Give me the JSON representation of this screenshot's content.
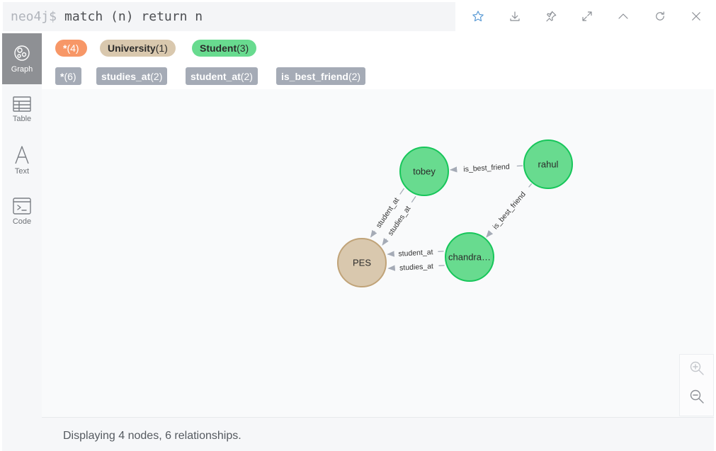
{
  "query_bar": {
    "prompt": "neo4j$",
    "query": "match (n) return n",
    "icons": [
      "star-icon",
      "download-icon",
      "pin-icon",
      "expand-icon",
      "collapse-icon",
      "rerun-icon",
      "close-icon"
    ]
  },
  "sidebar": {
    "items": [
      {
        "label": "Graph",
        "icon": "graph-icon",
        "active": true
      },
      {
        "label": "Table",
        "icon": "table-icon"
      },
      {
        "label": "Text",
        "icon": "text-icon"
      },
      {
        "label": "Code",
        "icon": "code-icon"
      }
    ]
  },
  "legend": {
    "labels": [
      {
        "name": "*",
        "count": "(4)",
        "color": "#f79767"
      },
      {
        "name": "University",
        "count": "(1)",
        "color": "#d9c8ae"
      },
      {
        "name": "Student",
        "count": "(3)",
        "color": "#68db8f"
      }
    ],
    "relationships": [
      {
        "name": "*",
        "count": "(6)"
      },
      {
        "name": "studies_at",
        "count": "(2)"
      },
      {
        "name": "student_at",
        "count": "(2)"
      },
      {
        "name": "is_best_friend",
        "count": "(2)"
      }
    ]
  },
  "graph": {
    "nodes": [
      {
        "id": "tobey",
        "caption": "tobey",
        "label": "Student"
      },
      {
        "id": "rahul",
        "caption": "rahul",
        "label": "Student"
      },
      {
        "id": "chandra",
        "caption": "chandra…",
        "label": "Student"
      },
      {
        "id": "PES",
        "caption": "PES",
        "label": "University"
      }
    ],
    "relationships": [
      {
        "from": "rahul",
        "to": "tobey",
        "type": "is_best_friend"
      },
      {
        "from": "rahul",
        "to": "chandra",
        "type": "is_best_friend"
      },
      {
        "from": "tobey",
        "to": "PES",
        "type": "studies_at"
      },
      {
        "from": "tobey",
        "to": "PES",
        "type": "student_at"
      },
      {
        "from": "chandra",
        "to": "PES",
        "type": "studies_at"
      },
      {
        "from": "chandra",
        "to": "PES",
        "type": "student_at"
      }
    ],
    "colors": {
      "Student": "#68db8f",
      "StudentBorder": "#17c65a",
      "University": "#d9c8ae",
      "UniversityBorder": "#c0a378",
      "rel": "#a5abb6",
      "relText": "#333333"
    }
  },
  "zoom": {
    "icons": [
      "zoom-in-icon",
      "zoom-out-icon"
    ]
  },
  "footer": {
    "status": "Displaying 4 nodes, 6 relationships."
  }
}
